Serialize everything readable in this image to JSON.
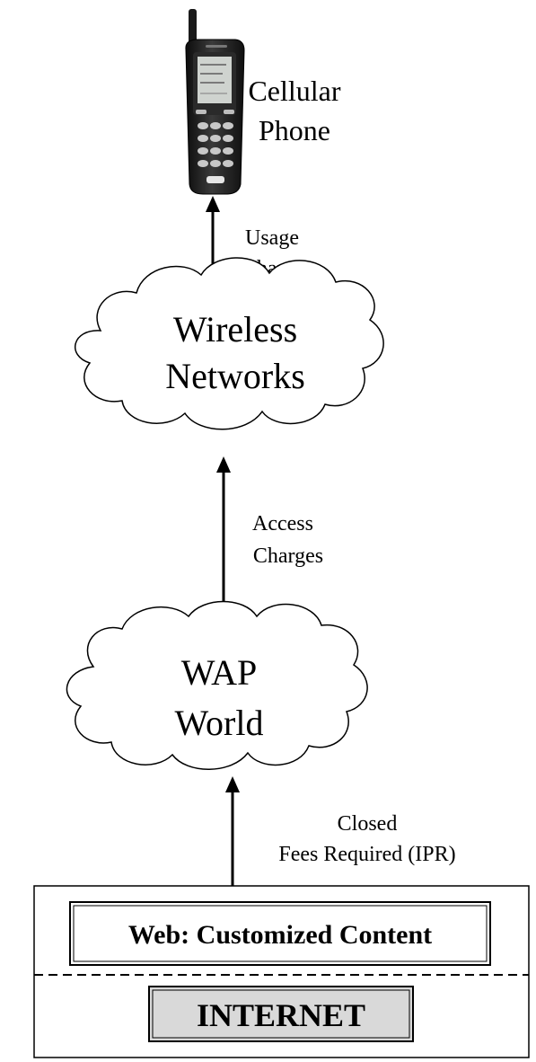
{
  "phone": {
    "label_line1": "Cellular",
    "label_line2": "Phone"
  },
  "links": {
    "usage": {
      "line1": "Usage",
      "line2": "Charges"
    },
    "access": {
      "line1": "Access",
      "line2": "Charges"
    },
    "closed": {
      "line1": "Closed",
      "line2": "Fees Required (IPR)"
    }
  },
  "clouds": {
    "wireless": {
      "line1": "Wireless",
      "line2": "Networks"
    },
    "wap": {
      "line1": "WAP",
      "line2": "World"
    }
  },
  "internet_box": {
    "web_label": "Web: Customized Content",
    "internet_label": "INTERNET"
  },
  "colors": {
    "stroke": "#000000",
    "internet_fill": "#d9d9d9",
    "phone_body": "#1c1c1c",
    "phone_screen": "#cfd3cf"
  },
  "icons": [
    "cellular-phone-icon",
    "cloud-shape",
    "double-arrow"
  ]
}
